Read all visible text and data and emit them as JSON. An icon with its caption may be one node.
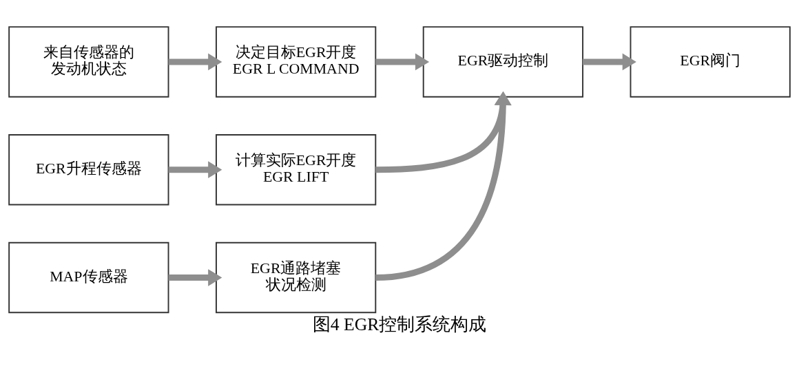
{
  "diagram": {
    "caption": "图4 EGR控制系统构成",
    "nodes": [
      {
        "text": [
          "来自传感器的发动机状态"
        ]
      },
      {
        "text": [
          "决定目标EGR开度 EGR L COMMAND"
        ]
      },
      {
        "text": [
          "EGR驱动控制"
        ]
      },
      {
        "text": [
          "EGR阀门"
        ]
      },
      {
        "text": [
          "EGR升程传感器"
        ]
      },
      {
        "text": [
          "计算实际EGR开度 EGR LIFT"
        ]
      },
      {
        "text": [
          "MAP传感器"
        ]
      },
      {
        "text": [
          "EGR通路堵塞状况检测"
        ]
      }
    ],
    "edges": [
      {
        "from": 0,
        "to": 1,
        "arrow": "to"
      },
      {
        "from": 1,
        "to": 2,
        "arrow": "to"
      },
      {
        "from": 2,
        "to": 3,
        "arrow": "to"
      },
      {
        "from": 4,
        "to": 5,
        "arrow": "to"
      },
      {
        "from": 5,
        "to": 2,
        "arrow": "to"
      },
      {
        "from": 6,
        "to": 7,
        "arrow": "to"
      },
      {
        "from": 7,
        "to": 2,
        "arrow": "to"
      }
    ]
  }
}
